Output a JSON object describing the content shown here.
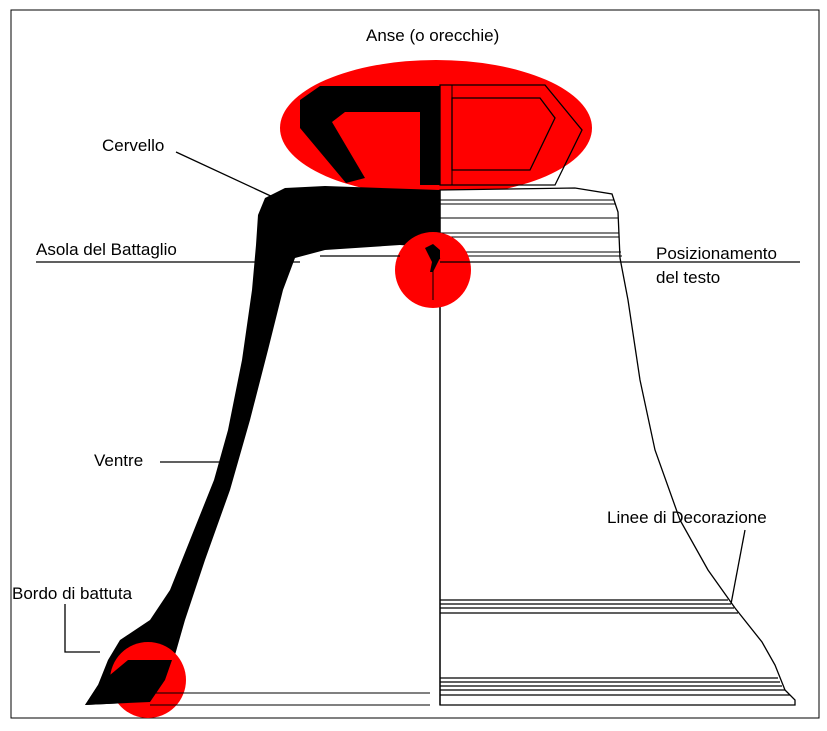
{
  "labels": {
    "anse": "Anse (o orecchie)",
    "cervello": "Cervello",
    "asola": "Asola del Battaglio",
    "posizionamento_line1": "Posizionamento",
    "posizionamento_line2": "del testo",
    "ventre": "Ventre",
    "linee": "Linee di Decorazione",
    "bordo": "Bordo di battuta"
  },
  "colors": {
    "highlight": "#ff0000",
    "profile": "#000000",
    "outline": "#000000",
    "background": "#ffffff"
  }
}
